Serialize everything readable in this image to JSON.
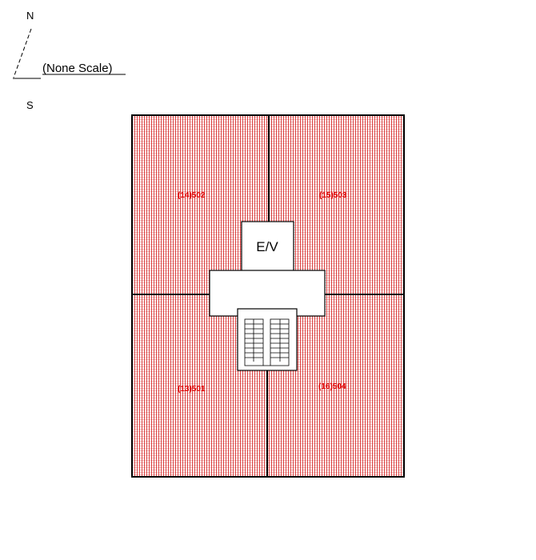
{
  "compass": {
    "north": "N",
    "south": "S",
    "scale_note": "(None Scale)"
  },
  "core": {
    "elevator_label": "E/V"
  },
  "units": {
    "north_west": "(14)502",
    "north_east": "(15)503",
    "south_west": "(13)501",
    "south_east": "(16)504"
  },
  "colors": {
    "hatch": "#d01010",
    "outline": "#000000",
    "unit_label": "#e00000"
  }
}
